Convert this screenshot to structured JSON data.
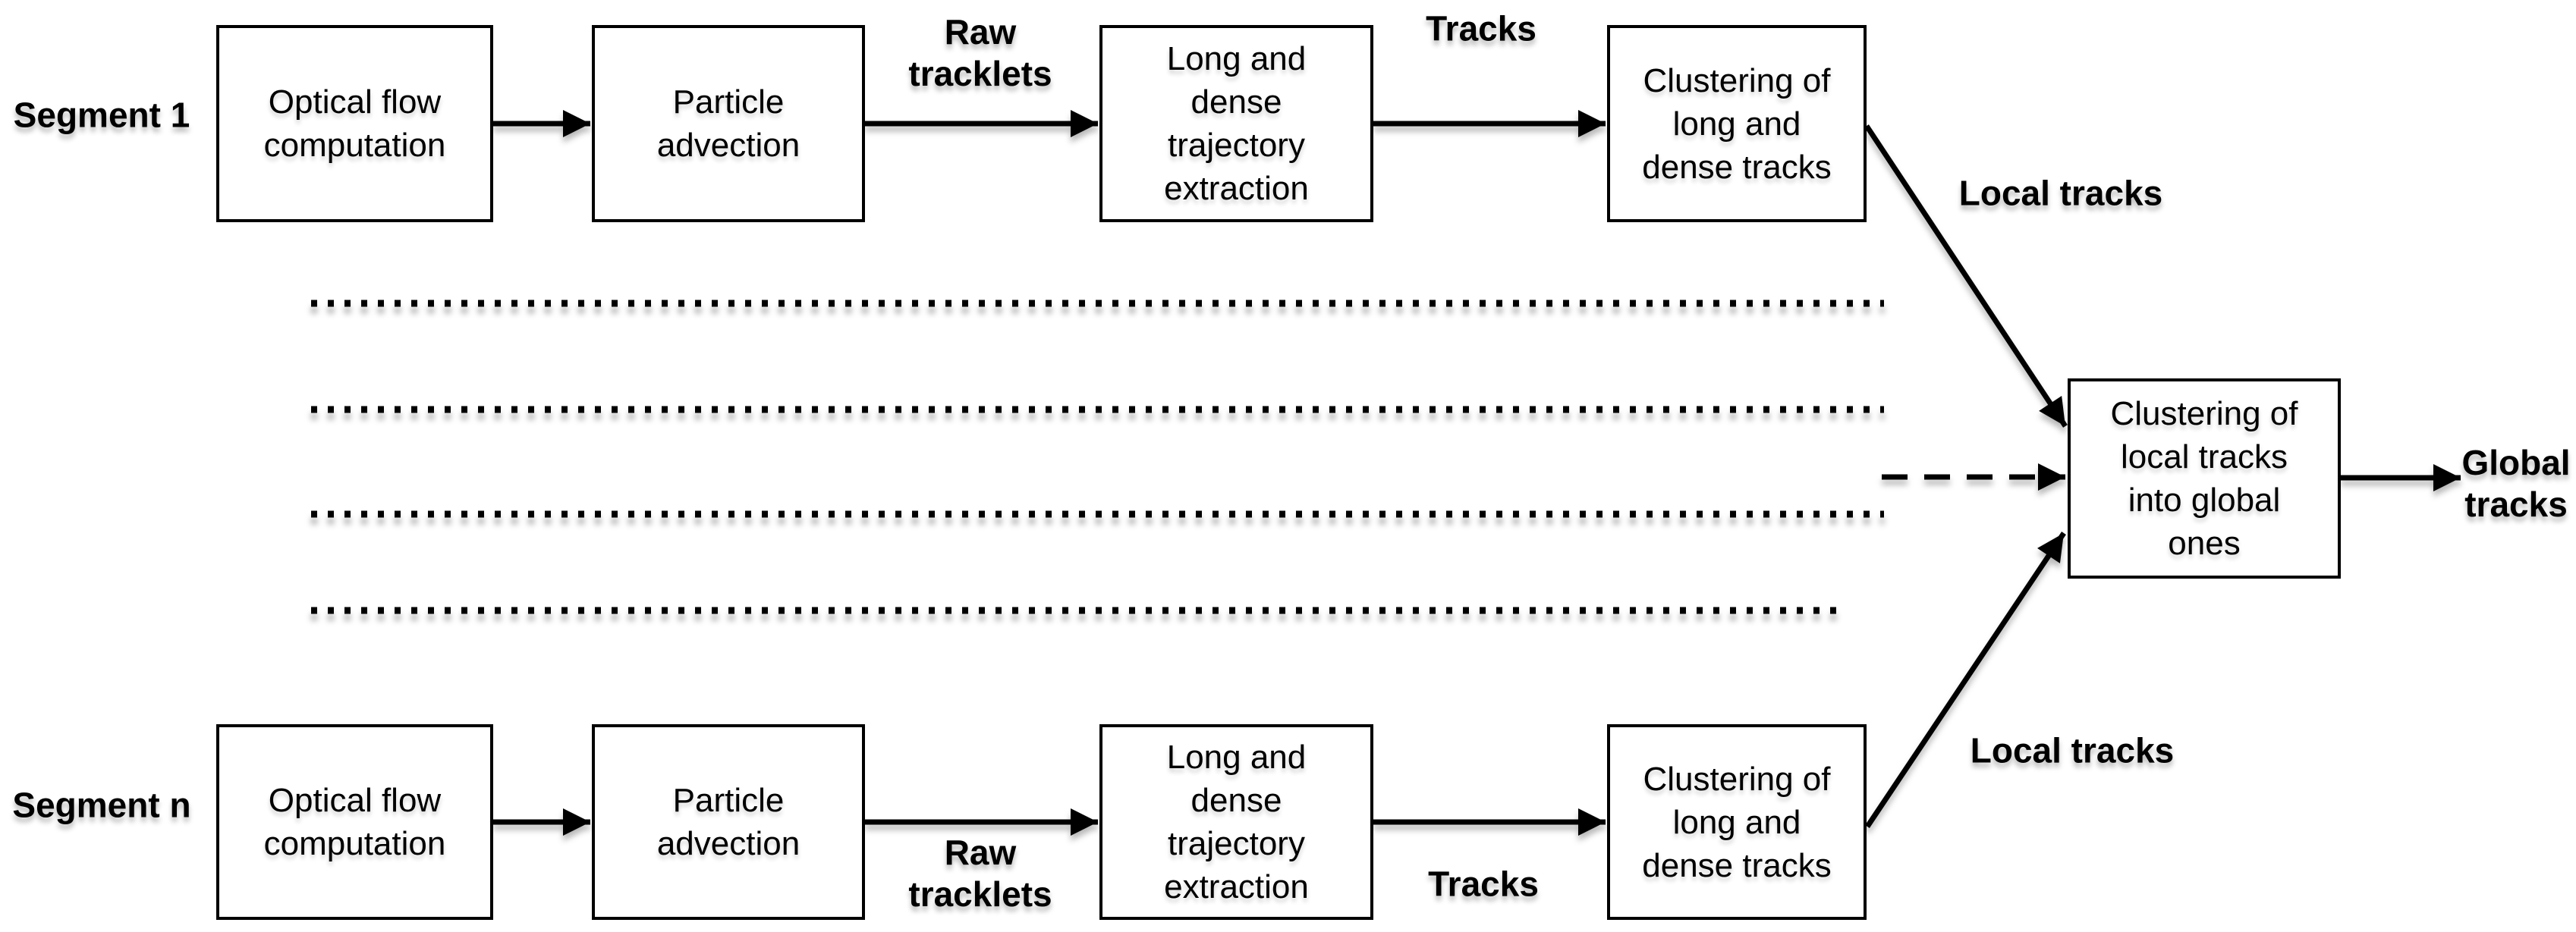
{
  "colors": {
    "ink": "#000000",
    "background": "#ffffff"
  },
  "segments": [
    {
      "label": "Segment 1",
      "boxes": [
        {
          "label": "Optical flow\ncomputation"
        },
        {
          "label": "Particle\nadvection"
        },
        {
          "label": "Long and\ndense\ntrajectory\nextraction"
        },
        {
          "label": "Clustering of\nlong and\ndense tracks"
        }
      ],
      "flow_labels": [
        {
          "text": "Raw\ntracklets"
        },
        {
          "text": "Tracks"
        },
        {
          "text": "Local tracks"
        }
      ]
    },
    {
      "label": "Segment n",
      "boxes": [
        {
          "label": "Optical flow\ncomputation"
        },
        {
          "label": "Particle\nadvection"
        },
        {
          "label": "Long and\ndense\ntrajectory\nextraction"
        },
        {
          "label": "Clustering of\nlong and\ndense tracks"
        }
      ],
      "flow_labels": [
        {
          "text": "Raw\ntracklets"
        },
        {
          "text": "Tracks"
        },
        {
          "text": "Local tracks"
        }
      ]
    }
  ],
  "merge": {
    "box_label": "Clustering of\nlocal tracks\ninto global\nones",
    "output_label": "Global\ntracks"
  }
}
